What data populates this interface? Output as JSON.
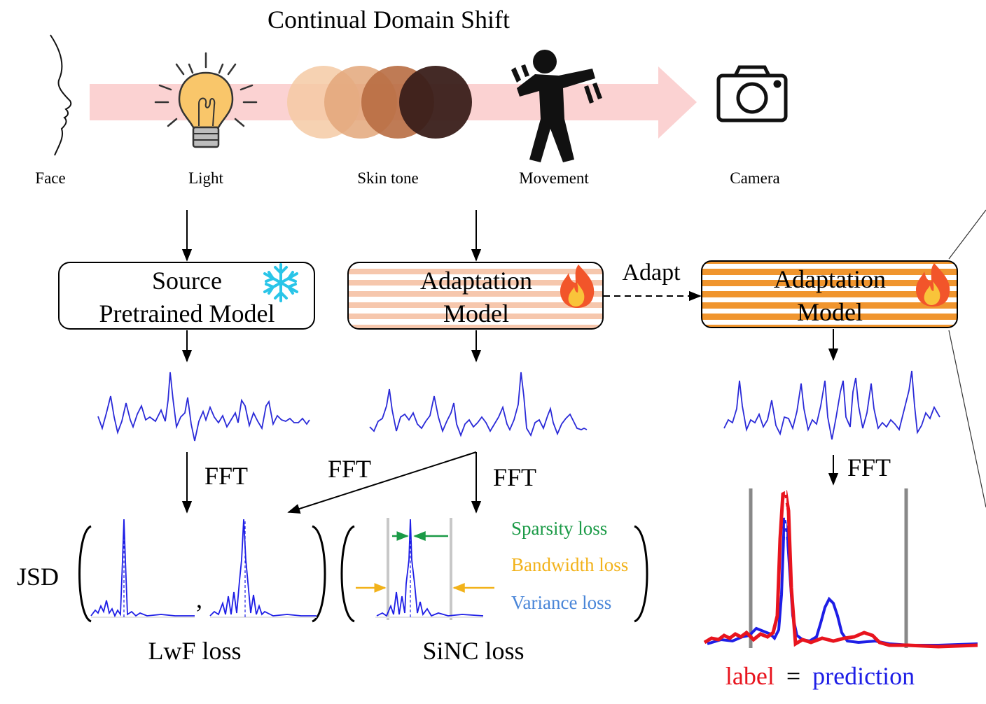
{
  "title": "Continual Domain Shift",
  "factors": [
    {
      "label": "Face",
      "icon": "face-profile-icon"
    },
    {
      "label": "Light",
      "icon": "light-bulb-icon"
    },
    {
      "label": "Skin tone",
      "icon": "skin-tone-circles-icon"
    },
    {
      "label": "Movement",
      "icon": "moving-person-icon"
    },
    {
      "label": "Camera",
      "icon": "camera-icon"
    }
  ],
  "models": {
    "source": {
      "line1": "Source",
      "line2": "Pretrained Model",
      "icon": "snowflake-icon"
    },
    "adaptation": {
      "line1": "Adaptation",
      "line2": "Model",
      "icon": "fire-icon"
    },
    "adapted": {
      "line1": "Adaptation",
      "line2": "Model",
      "icon": "fire-icon"
    }
  },
  "adapt_label": "Adapt",
  "fft_labels": {
    "left": "FFT",
    "mid_left": "FFT",
    "mid_right": "FFT",
    "right": "FFT"
  },
  "jsd_label": "JSD",
  "comma": ",",
  "losses": {
    "sparsity": "Sparsity loss",
    "bandwidth": "Bandwidth loss",
    "variance": "Variance loss",
    "lwf": "LwF loss",
    "sinc": "SiNC loss"
  },
  "legend": {
    "label": "label",
    "equals": "=",
    "prediction": "prediction"
  },
  "colors": {
    "arrow_band": "#fbd2d2",
    "signal_blue": "#2a2ad8",
    "spectrum_red": "#e8141e",
    "spectrum_blue": "#1e1ee6",
    "sparsity_green": "#1a9a46",
    "bandwidth_yellow": "#f2b21a",
    "variance_blue": "#4a86d8",
    "light_stripe": "#f6c7ad",
    "dark_stripe": "#f0952e",
    "snowflake": "#29c5e8"
  }
}
